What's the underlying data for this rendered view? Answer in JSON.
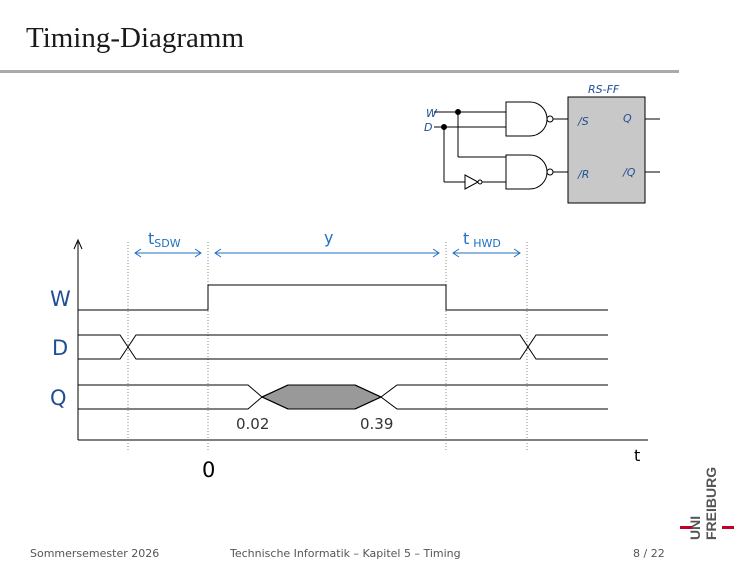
{
  "slide": {
    "title": "Timing-Diagramm",
    "footer_left": "Sommersemester 2026",
    "footer_center": "Technische Informatik – Kapitel 5 – Timing",
    "footer_right": "8 / 22"
  },
  "logo": {
    "line1": "UNI",
    "line2": "FREIBURG",
    "colors": {
      "text": "#555555",
      "accent": "#c1002a"
    }
  },
  "circuit": {
    "input_w": "W",
    "input_d": "D",
    "ff_title": "RS-FF",
    "pin_s": "/S",
    "pin_r": "/R",
    "pin_q": "Q",
    "pin_qn": "/Q",
    "ff_fill": "#c8c8c8"
  },
  "timing": {
    "signals": [
      "W",
      "D",
      "Q"
    ],
    "t_sdw_main": "t",
    "t_sdw_sub": "SDW",
    "y_label": "y",
    "t_hwd_main": "t",
    "t_hwd_sub": "HWD",
    "q_left_value": "0.02",
    "q_right_value": "0.39",
    "origin_label": "0",
    "time_axis_label": "t",
    "signal_color": "#1f4e96",
    "interval_color": "#1f6fc4",
    "undefined_fill": "#999999"
  }
}
